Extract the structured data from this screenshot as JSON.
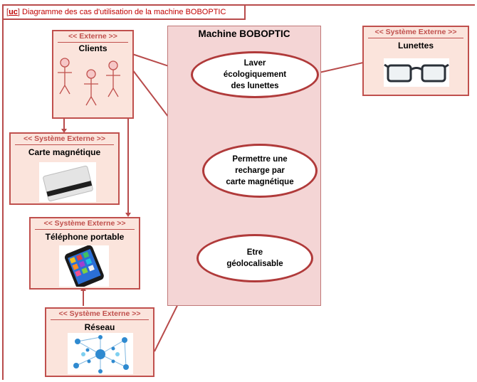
{
  "frame": {
    "tag": "uc",
    "title": "Diagramme des cas d'utilisation de la machine BOBOPTIC"
  },
  "system": {
    "title": "Machine BOBOPTIC"
  },
  "actors": {
    "clients": {
      "stereotype": "<< Externe >>",
      "name": "Clients"
    },
    "lunettes": {
      "stereotype": "<< Système Externe >>",
      "name": "Lunettes"
    },
    "carte": {
      "stereotype": "<< Système Externe >>",
      "name": "Carte magnétique"
    },
    "telephone": {
      "stereotype": "<< Système Externe >>",
      "name": "Téléphone portable"
    },
    "reseau": {
      "stereotype": "<< Système Externe >>",
      "name": "Réseau"
    }
  },
  "use_cases": {
    "laver": {
      "line1": "Laver",
      "line2": "écologiquement",
      "line3": "des lunettes"
    },
    "recharge": {
      "line1": "Permettre une",
      "line2": "recharge par",
      "line3": "carte magnétique"
    },
    "geoloc": {
      "line1": "Etre",
      "line2": "géolocalisable"
    }
  },
  "colors": {
    "border": "#c0504d",
    "box_fill": "#fbe4dc",
    "system_fill": "#f4d5d5",
    "line": "#b84b4b"
  }
}
